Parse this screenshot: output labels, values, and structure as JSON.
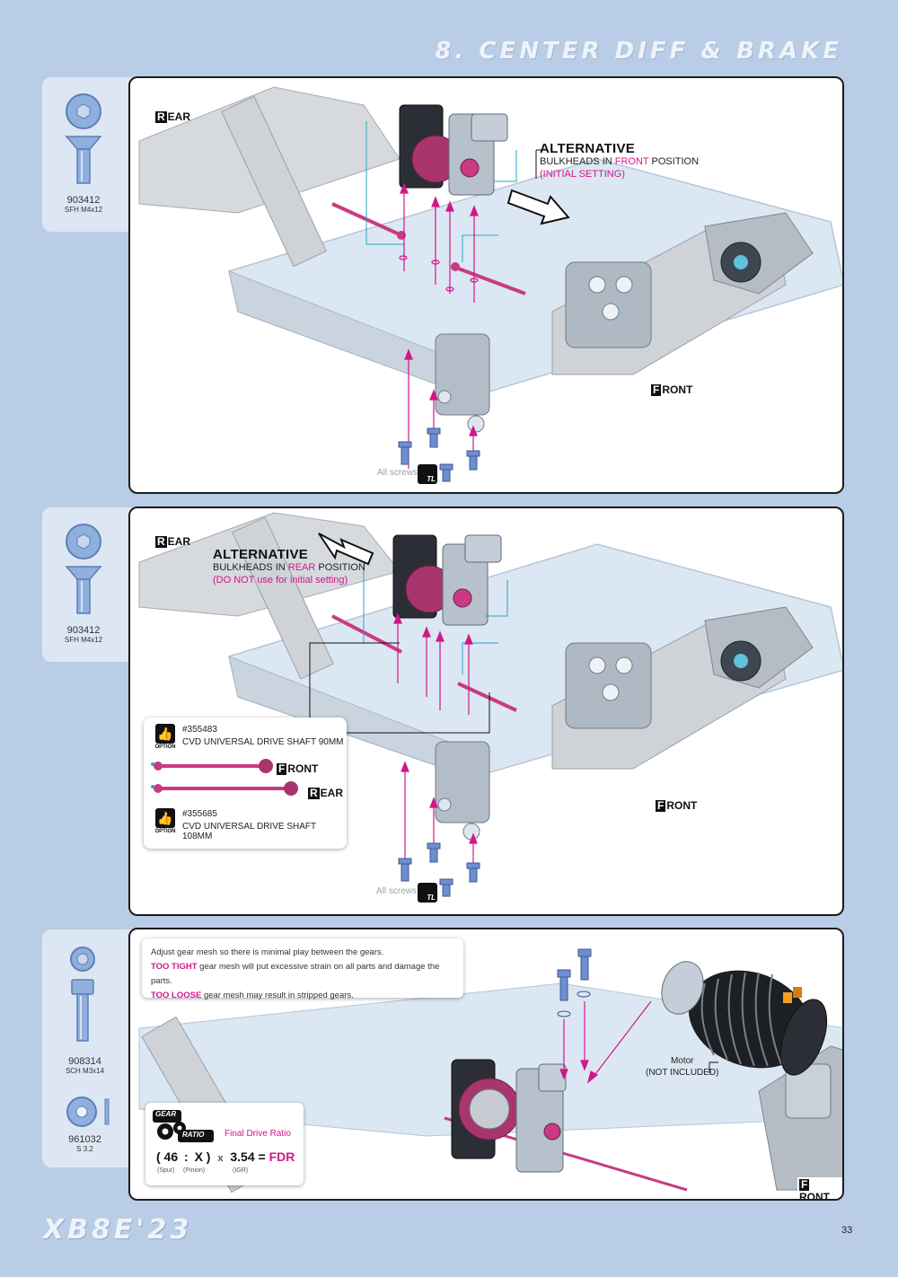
{
  "header": {
    "title": "8. CENTER DIFF & BRAKE"
  },
  "step1": {
    "part": {
      "code": "903412",
      "desc": "SFH M4x12"
    },
    "rear_label": {
      "cap": "R",
      "rest": "EAR"
    },
    "front_label": {
      "cap": "F",
      "rest": "RONT"
    },
    "alternative": {
      "title": "ALTERNATIVE",
      "line1_a": "BULKHEADS IN ",
      "line1_b": "FRONT",
      "line1_c": " POSITION",
      "line2": "(INITIAL SETTING)"
    },
    "all_screws": "All screws",
    "tl_badge": "TL"
  },
  "step2": {
    "part": {
      "code": "903412",
      "desc": "SFH M4x12"
    },
    "rear_label": {
      "cap": "R",
      "rest": "EAR"
    },
    "front_label": {
      "cap": "F",
      "rest": "RONT"
    },
    "alternative": {
      "title": "ALTERNATIVE",
      "line1_a": "BULKHEADS IN ",
      "line1_b": "REAR",
      "line1_c": " POSITION",
      "line2": "(DO NOT use for initial setting)"
    },
    "options": [
      {
        "icon_text": "OPTION",
        "code": "#355483",
        "desc": "CVD UNIVERSAL DRIVE SHAFT 90MM",
        "direction_cap": "F",
        "direction_rest": "RONT"
      },
      {
        "icon_text": "OPTION",
        "code": "#355685",
        "desc": "CVD UNIVERSAL DRIVE SHAFT 108MM",
        "direction_cap": "R",
        "direction_rest": "EAR"
      }
    ],
    "all_screws": "All screws",
    "tl_badge": "TL"
  },
  "step3": {
    "parts": [
      {
        "code": "908314",
        "desc": "SCH M3x14"
      },
      {
        "code": "961032",
        "desc": "S 3.2"
      }
    ],
    "note": {
      "line1": "Adjust gear mesh so there is minimal play between the gears.",
      "tight_label": "TOO TIGHT",
      "tight_text": " gear mesh will put excessive strain on all parts and damage the parts.",
      "loose_label": "TOO LOOSE",
      "loose_text": " gear mesh may result in stripped gears."
    },
    "motor": {
      "line1": "Motor",
      "line2": "(NOT INCLUDED)"
    },
    "gear_ratio": {
      "badge_top": "GEAR",
      "badge_bottom": "RATIO",
      "title": "Final Drive Ratio",
      "formula_open": "( 46",
      "formula_colon": ":",
      "formula_x": "X )",
      "formula_times": "x",
      "formula_igr": "3.54",
      "formula_eq": "=",
      "formula_fdr": "FDR",
      "sub_spur": "(Spur)",
      "sub_pinion": "(Pinion)",
      "sub_igr": "(IGR)"
    },
    "front_label": {
      "cap": "F",
      "rest": "RONT"
    }
  },
  "footer": {
    "logo": "XB8E'23",
    "page_number": "33"
  },
  "colors": {
    "accent": "#d2168a",
    "background": "#b9cde6",
    "tab": "#dde7f4",
    "cyan": "#2aa6c8"
  },
  "icons": [
    "flat-head-screw-icon",
    "cap-head-screw-icon",
    "washer-icon",
    "thumbs-up-icon",
    "gear-icon",
    "tool-icon",
    "arrow-icon"
  ]
}
